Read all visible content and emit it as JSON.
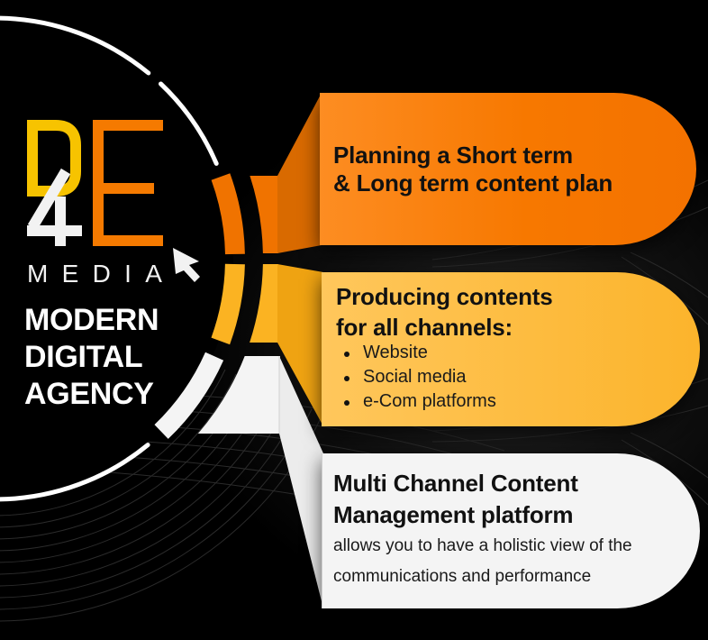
{
  "logo": {
    "mark": "D4E",
    "wordmark": "MEDIA",
    "colors": {
      "d": "#f7c300",
      "four": "#f2f2f2",
      "e": "#f57a00"
    }
  },
  "tagline": {
    "lines": [
      "MODERN",
      "DIGITAL",
      "AGENCY"
    ]
  },
  "panels": [
    {
      "title_lines": [
        "Planning a Short term",
        "& Long term content plan"
      ],
      "color": "#f47800"
    },
    {
      "title_lines": [
        "Producing contents",
        "for all channels:"
      ],
      "bullets": [
        "Website",
        "Social media",
        "e-Com platforms"
      ],
      "color": "#fdb82f"
    },
    {
      "title_lines": [
        "Multi Channel Content",
        "Management platform"
      ],
      "body_lines": [
        "allows you to have a holistic view of the",
        "communications and performance"
      ],
      "color": "#f4f4f4"
    }
  ],
  "icons": {
    "cursor": "mouse-pointer-arrow"
  }
}
